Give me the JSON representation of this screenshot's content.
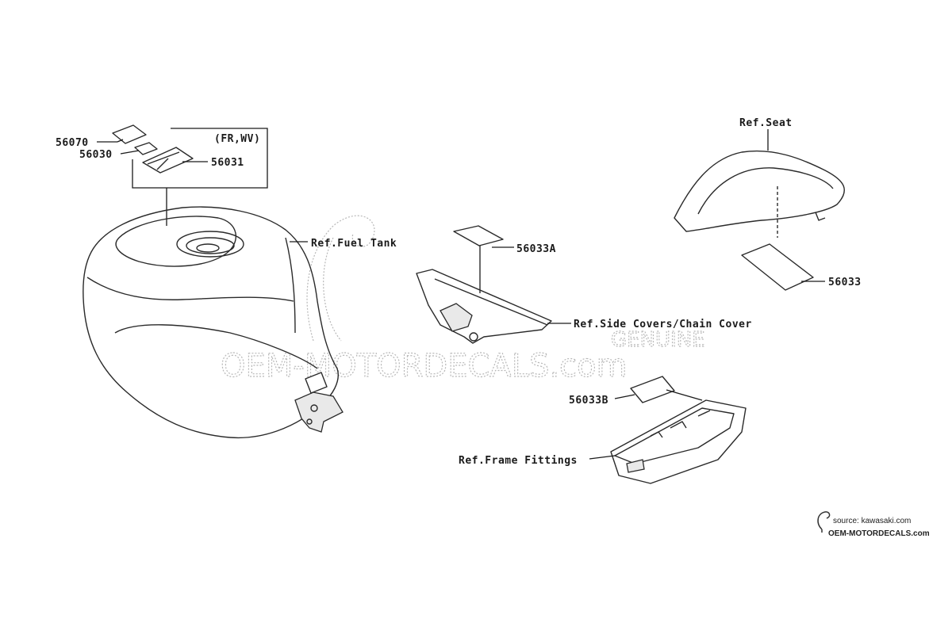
{
  "labels": {
    "p56070": "56070",
    "p56030": "56030",
    "p56031": "56031",
    "fr_wv": "(FR,WV)",
    "ref_fuel_tank": "Ref.Fuel Tank",
    "p56033A": "56033A",
    "ref_side_covers": "Ref.Side Covers/Chain Cover",
    "ref_seat": "Ref.Seat",
    "p56033": "56033",
    "p56033B": "56033B",
    "ref_frame_fittings": "Ref.Frame Fittings"
  },
  "watermark": {
    "main": "OEM-MOTORDECALS.com",
    "genuine": "GENUINE"
  },
  "source": {
    "line1": "source: kawasaki.com",
    "line2": "OEM-MOTORDECALS.com"
  },
  "colors": {
    "line": "#1a1a1a",
    "watermark": "#b8b8b8",
    "background": "#ffffff"
  }
}
